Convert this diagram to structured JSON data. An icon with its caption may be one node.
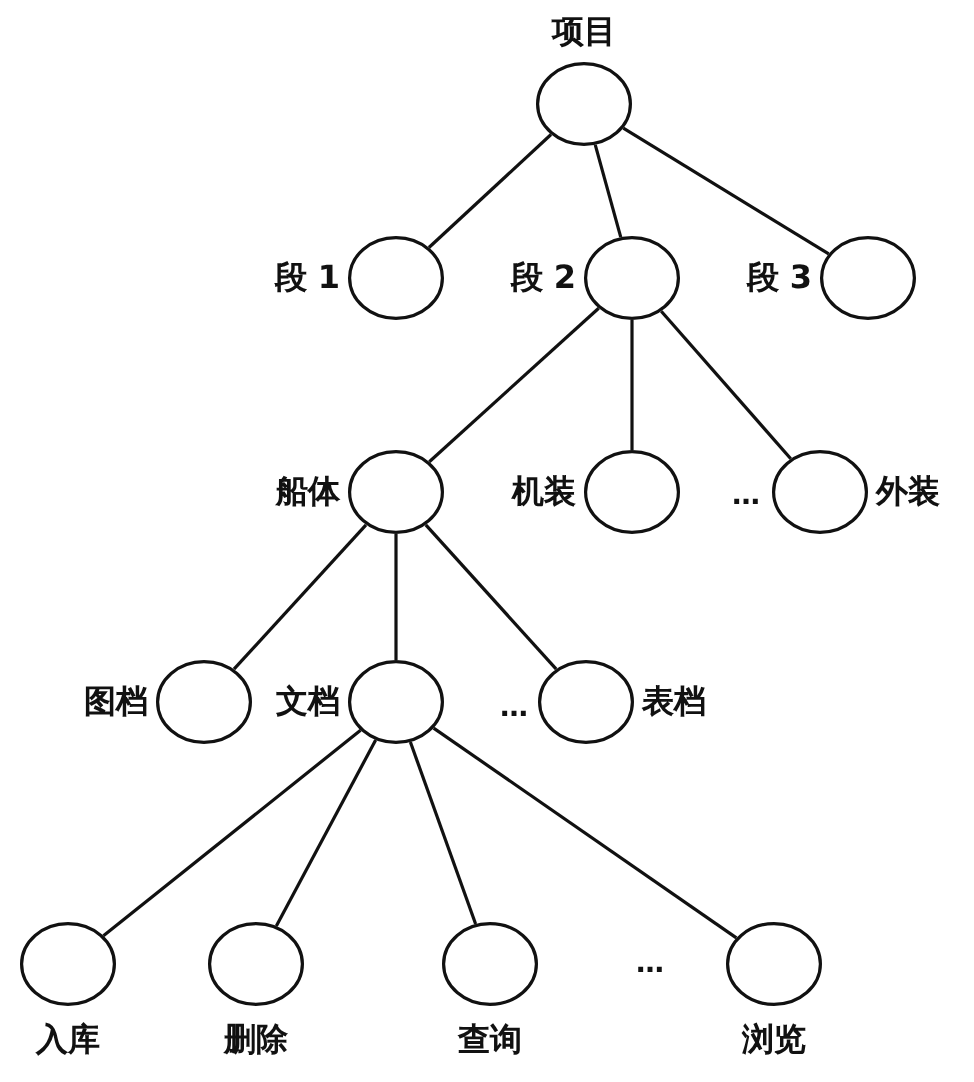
{
  "diagram": {
    "nodes": [
      {
        "text": [
          "项目"
        ]
      },
      {
        "text": [
          "段 1"
        ]
      },
      {
        "text": [
          "段 2"
        ]
      },
      {
        "text": [
          "段 3"
        ]
      },
      {
        "text": [
          "船体"
        ]
      },
      {
        "text": [
          "机装"
        ]
      },
      {
        "text": [
          "外装"
        ]
      },
      {
        "text": [
          "图档"
        ]
      },
      {
        "text": [
          "文档"
        ]
      },
      {
        "text": [
          "表档"
        ]
      },
      {
        "text": [
          "入库"
        ]
      },
      {
        "text": [
          "删除"
        ]
      },
      {
        "text": [
          "查询"
        ]
      },
      {
        "text": [
          "浏览"
        ]
      }
    ],
    "edges": [
      {
        "from": 0,
        "to": 1,
        "arrow": "none"
      },
      {
        "from": 0,
        "to": 2,
        "arrow": "none"
      },
      {
        "from": 0,
        "to": 3,
        "arrow": "none"
      },
      {
        "from": 2,
        "to": 4,
        "arrow": "none"
      },
      {
        "from": 2,
        "to": 5,
        "arrow": "none"
      },
      {
        "from": 2,
        "to": 6,
        "arrow": "none"
      },
      {
        "from": 4,
        "to": 7,
        "arrow": "none"
      },
      {
        "from": 4,
        "to": 8,
        "arrow": "none"
      },
      {
        "from": 4,
        "to": 9,
        "arrow": "none"
      },
      {
        "from": 8,
        "to": 10,
        "arrow": "none"
      },
      {
        "from": 8,
        "to": 11,
        "arrow": "none"
      },
      {
        "from": 8,
        "to": 12,
        "arrow": "none"
      },
      {
        "from": 8,
        "to": 13,
        "arrow": "none"
      }
    ],
    "labels": [
      "…",
      "…",
      "…"
    ]
  }
}
